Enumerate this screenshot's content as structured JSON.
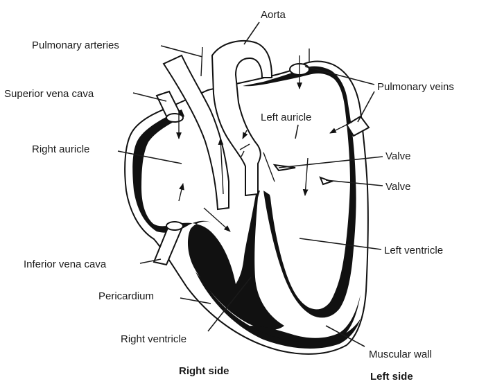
{
  "labels": {
    "aorta": "Aorta",
    "pulmonary_arteries": "Pulmonary arteries",
    "superior_vena_cava": "Superior vena cava",
    "pulmonary_veins": "Pulmonary veins",
    "left_auricle": "Left auricle",
    "right_auricle": "Right auricle",
    "valve_upper": "Valve",
    "valve_lower": "Valve",
    "left_ventricle": "Left ventricle",
    "inferior_vena_cava": "Inferior vena cava",
    "pericardium": "Pericardium",
    "right_ventricle": "Right ventricle",
    "muscular_wall": "Muscular wall",
    "right_side": "Right side",
    "left_side": "Left side"
  },
  "colors": {
    "ink": "#111111",
    "paper": "#ffffff"
  }
}
